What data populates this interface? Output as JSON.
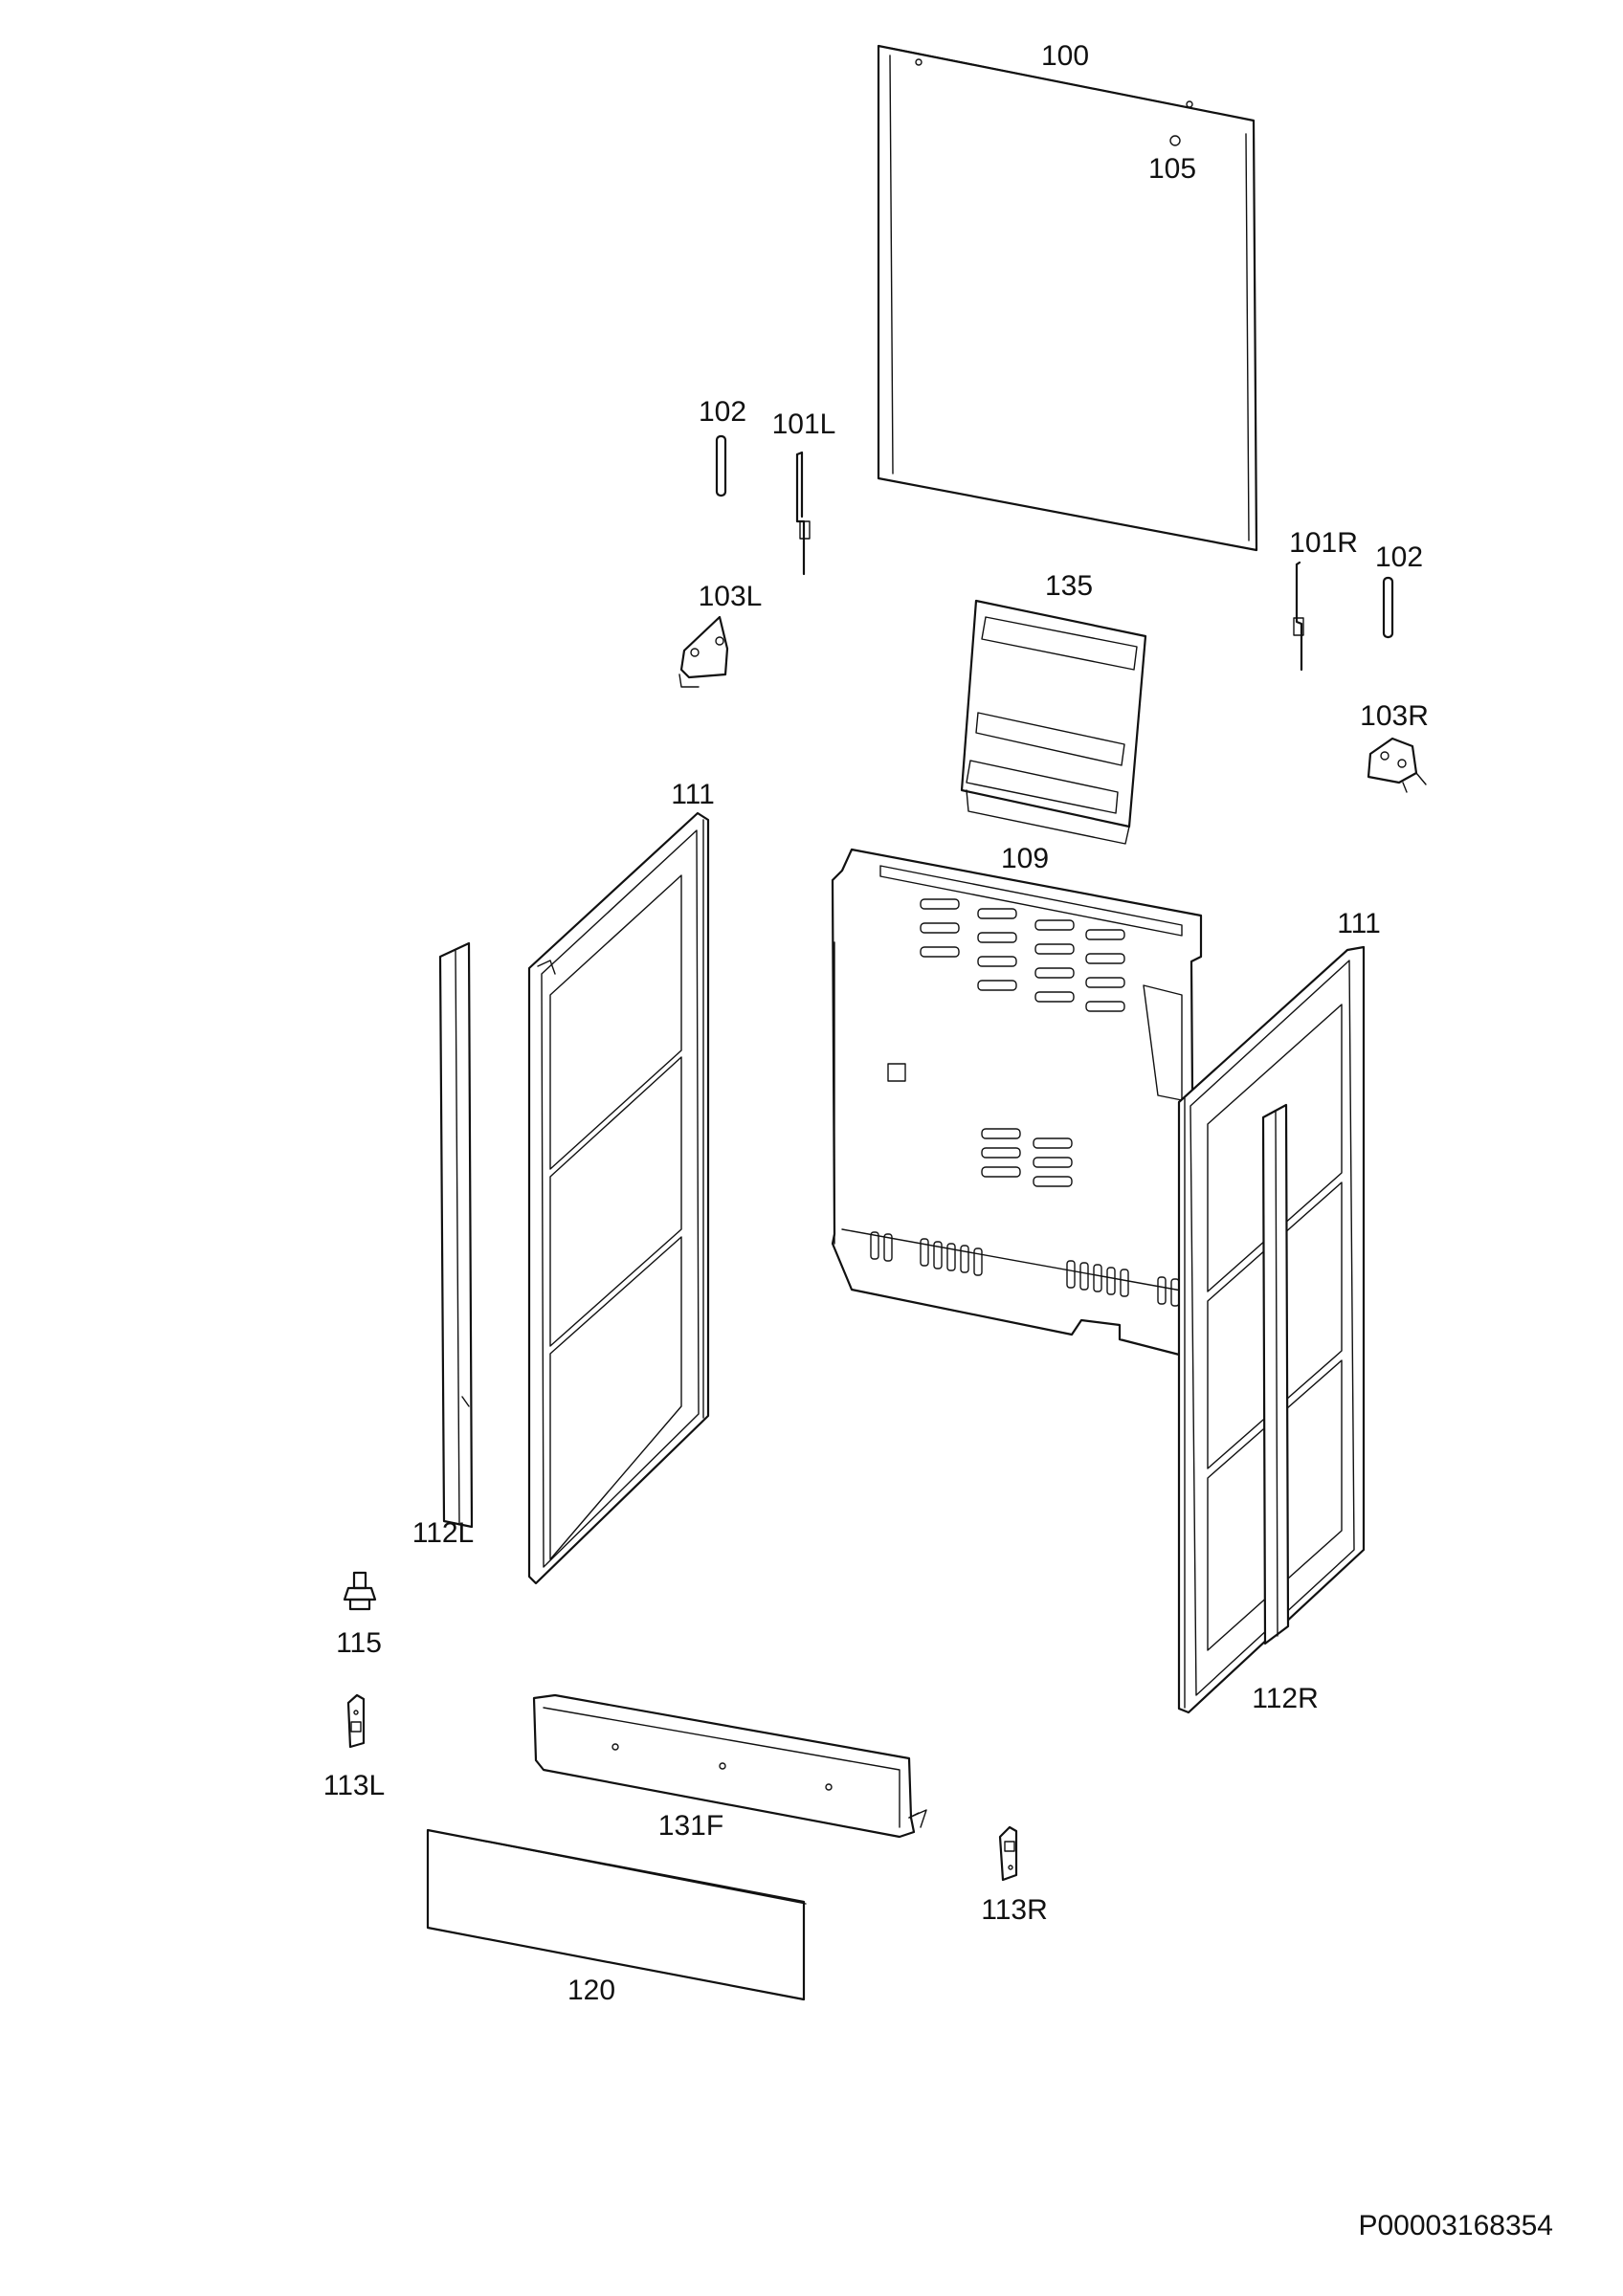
{
  "diagram": {
    "labels": {
      "p100": "100",
      "p105": "105",
      "p102a": "102",
      "p101L": "101L",
      "p103L": "103L",
      "p135": "135",
      "p101R": "101R",
      "p102b": "102",
      "p103R": "103R",
      "p111a": "111",
      "p109": "109",
      "p111b": "111",
      "p112L": "112L",
      "p115": "115",
      "p113L": "113L",
      "p131F": "131F",
      "p112R": "112R",
      "p113R": "113R",
      "p120": "120"
    },
    "document_id": "P00003168354"
  }
}
